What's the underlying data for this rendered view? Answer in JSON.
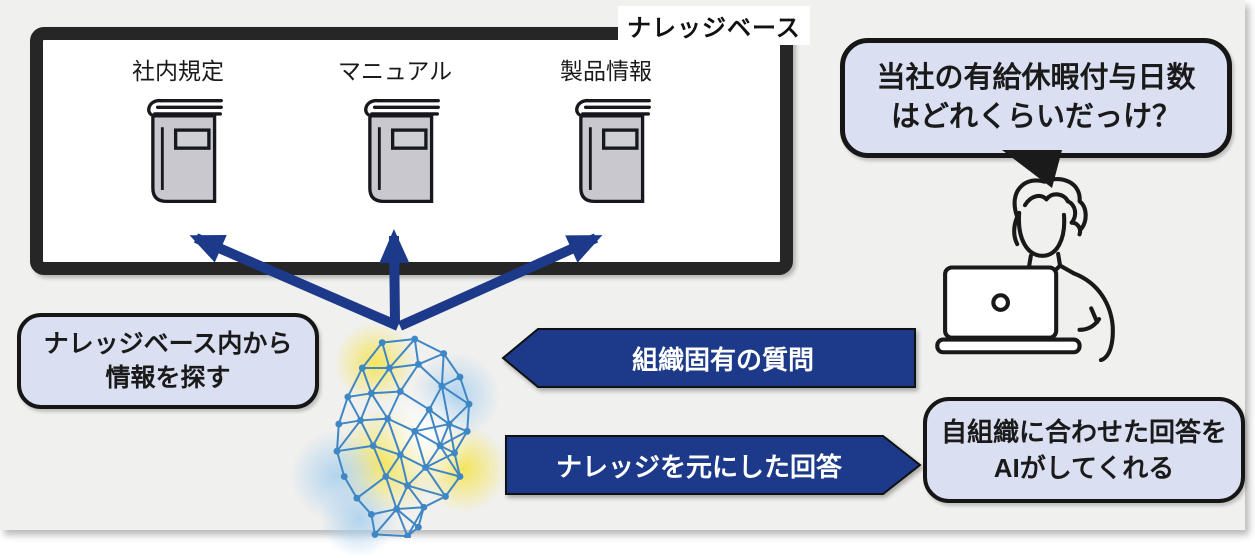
{
  "knowledge_base": {
    "title": "ナレッジベース",
    "items": [
      {
        "label": "社内規定",
        "icon": "book-icon"
      },
      {
        "label": "マニュアル",
        "icon": "book-icon"
      },
      {
        "label": "製品情報",
        "icon": "book-icon"
      }
    ]
  },
  "ai": {
    "icon": "ai-brain-network-icon",
    "search_note": {
      "line1": "ナレッジベース内から",
      "line2": "情報を探す"
    }
  },
  "user": {
    "icon": "person-at-laptop-icon",
    "question_bubble": {
      "line1": "当社の有給休暇付与日数",
      "line2": "はどれくらいだっけ？"
    }
  },
  "flows": {
    "question_label": "組織固有の質問",
    "answer_label": "ナレッジを元にした回答",
    "answer_note": {
      "line1": "自組織に合わせた回答を",
      "line2": "AIがしてくれる"
    }
  },
  "colors": {
    "navy": "#1d3a8a",
    "panel_fill": "#dadff2",
    "canvas_bg": "#f0f0ee",
    "box_border": "#262626",
    "book_fill": "#c8c8ce",
    "brain_blue": "#3f86c4"
  }
}
